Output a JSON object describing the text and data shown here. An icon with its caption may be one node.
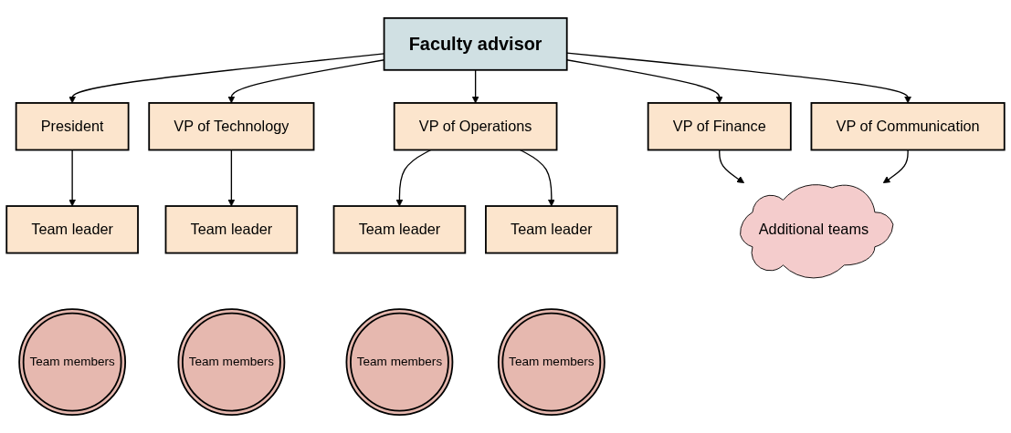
{
  "diagram": {
    "nodes": [
      {
        "text": [
          "Faculty advisor"
        ]
      },
      {
        "text": [
          "President"
        ]
      },
      {
        "text": [
          "VP of Technology"
        ]
      },
      {
        "text": [
          "VP of Operations"
        ]
      },
      {
        "text": [
          "VP of Finance"
        ]
      },
      {
        "text": [
          "VP of Communication"
        ]
      },
      {
        "text": [
          "Team leader"
        ]
      },
      {
        "text": [
          "Team members"
        ]
      },
      {
        "text": [
          "Team leader"
        ]
      },
      {
        "text": [
          "Team members"
        ]
      },
      {
        "text": [
          "Team leader"
        ]
      },
      {
        "text": [
          "Team members"
        ]
      },
      {
        "text": [
          "Team leader"
        ]
      },
      {
        "text": [
          "Team members"
        ]
      },
      {
        "text": [
          "Additional teams"
        ]
      }
    ],
    "edges": [
      {
        "from": 0,
        "to": 1,
        "arrow": "to"
      },
      {
        "from": 0,
        "to": 2,
        "arrow": "to"
      },
      {
        "from": 0,
        "to": 3,
        "arrow": "to"
      },
      {
        "from": 0,
        "to": 4,
        "arrow": "to"
      },
      {
        "from": 0,
        "to": 5,
        "arrow": "to"
      },
      {
        "from": 1,
        "to": 6,
        "arrow": "to"
      },
      {
        "from": 2,
        "to": 8,
        "arrow": "to"
      },
      {
        "from": 3,
        "to": 10,
        "arrow": "to"
      },
      {
        "from": 3,
        "to": 12,
        "arrow": "to"
      },
      {
        "from": 4,
        "to": 14,
        "arrow": "to"
      },
      {
        "from": 5,
        "to": 14,
        "arrow": "to"
      }
    ]
  }
}
